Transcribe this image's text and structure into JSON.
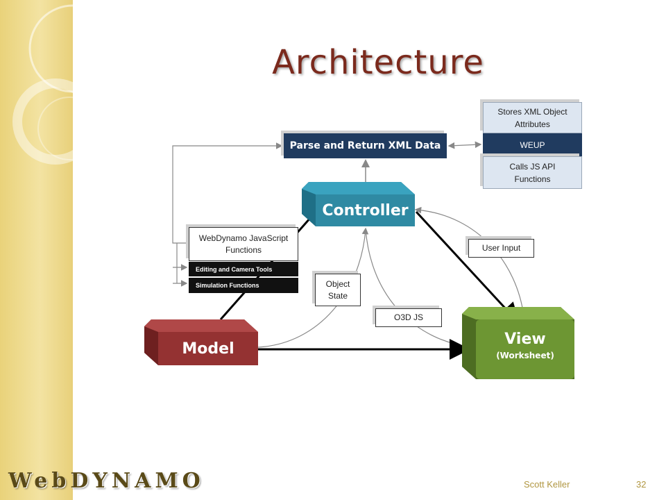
{
  "slide": {
    "title": "Architecture",
    "footer_author": "Scott Keller",
    "footer_page": "32",
    "brand": {
      "prefix": "Web",
      "suffix": "DYNAMO"
    }
  },
  "nodes": {
    "controller": "Controller",
    "model": "Model",
    "view_title": "View",
    "view_subtitle": "(Worksheet)",
    "parse_xml": "Parse and Return XML Data",
    "weup_top": "Stores XML Object Attributes",
    "weup_mid": "WEUP",
    "weup_bottom": "Calls JS API Functions",
    "webdynamo_js": "WebDynamo JavaScript Functions",
    "editing_tools": "Editing and Camera Tools",
    "simulation": "Simulation Functions",
    "object_state": "Object State",
    "o3d_js": "O3D JS",
    "user_input": "User Input"
  },
  "colors": {
    "controller": "#2f8aa3",
    "model": "#943232",
    "view": "#6d9633",
    "navy": "#203b5f",
    "title": "#7b2a1d"
  }
}
